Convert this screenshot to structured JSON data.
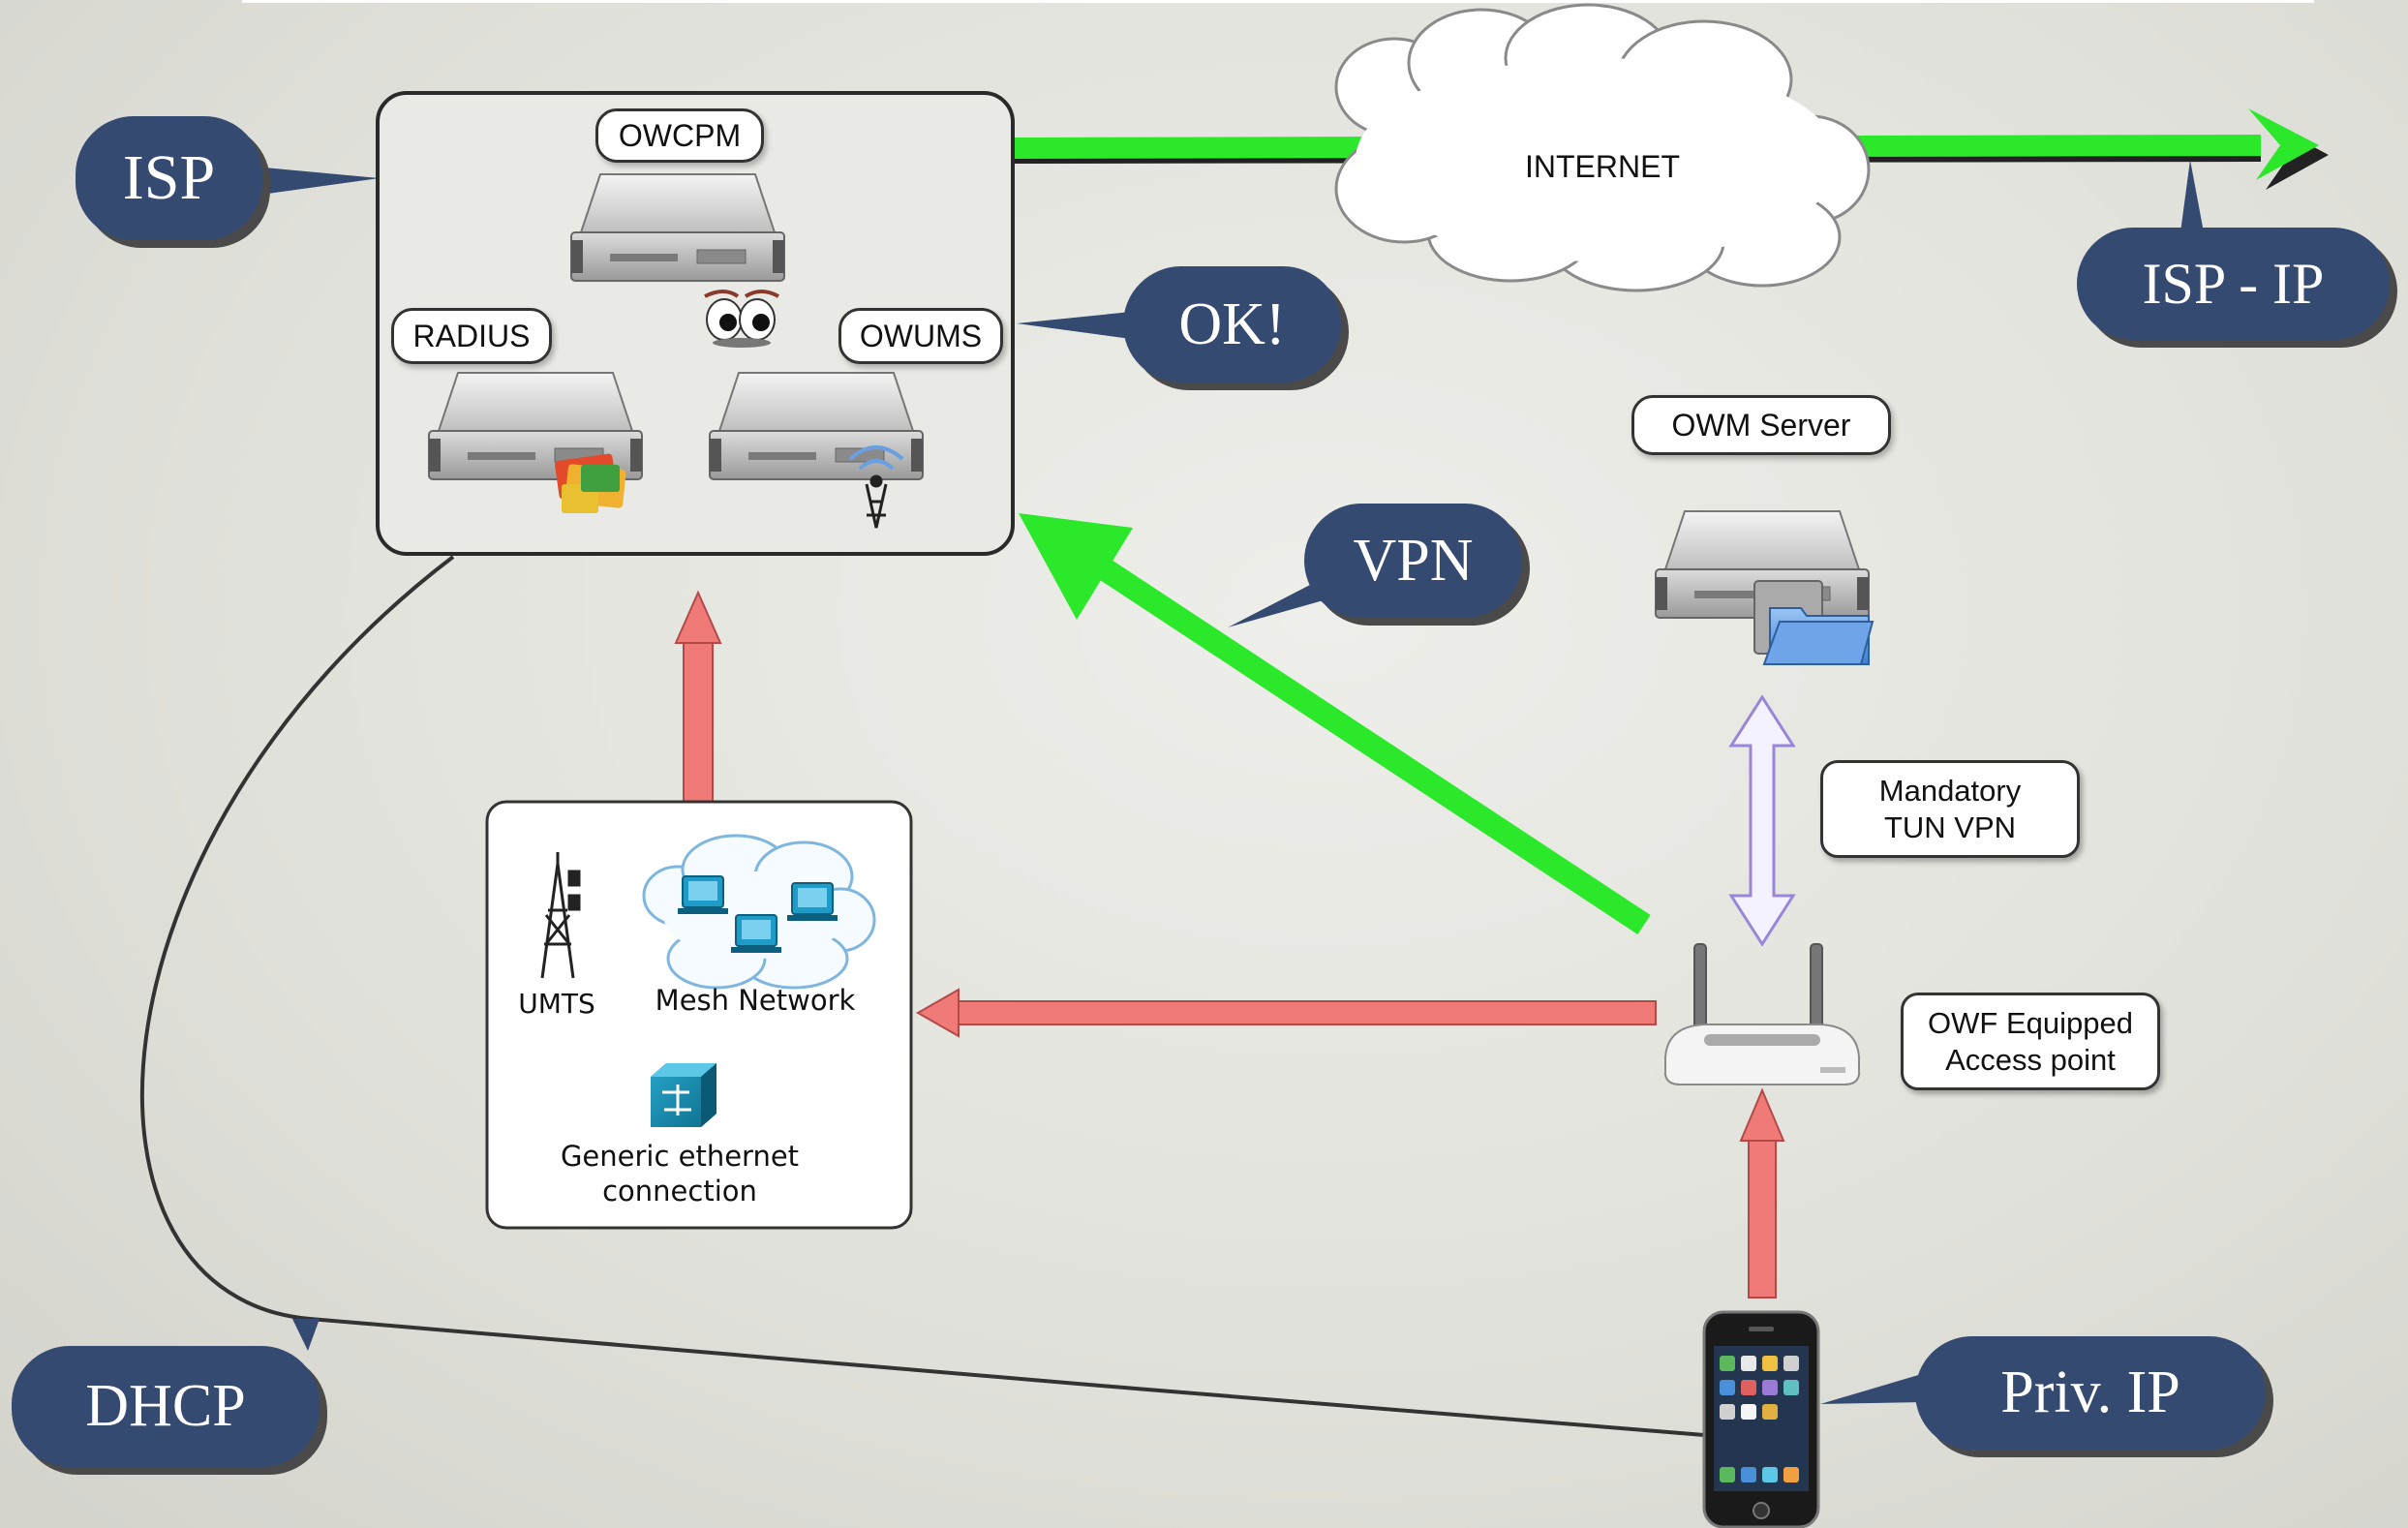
{
  "bubbles": {
    "isp": "ISP",
    "ok": "OK!",
    "vpn": "VPN",
    "isp_ip": "ISP - IP",
    "dhcp": "DHCP",
    "priv_ip": "Priv. IP"
  },
  "servers": {
    "owcpm": "OWCPM",
    "radius": "RADIUS",
    "owums": "OWUMS",
    "owm_server": "OWM Server"
  },
  "cloud": {
    "label": "INTERNET"
  },
  "connections": {
    "umts": "UMTS",
    "mesh": "Mesh Network",
    "ethernet_line1": "Generic ethernet",
    "ethernet_line2": "connection"
  },
  "notes": {
    "tun_line1": "Mandatory",
    "tun_line2": "TUN VPN",
    "ap_line1": "OWF Equipped",
    "ap_line2": "Access point"
  },
  "colors": {
    "bubble": "#344a70",
    "green_arrow": "#2be82b",
    "red_arrow": "#f07a78",
    "purple_arrow": "#9a86d8"
  }
}
